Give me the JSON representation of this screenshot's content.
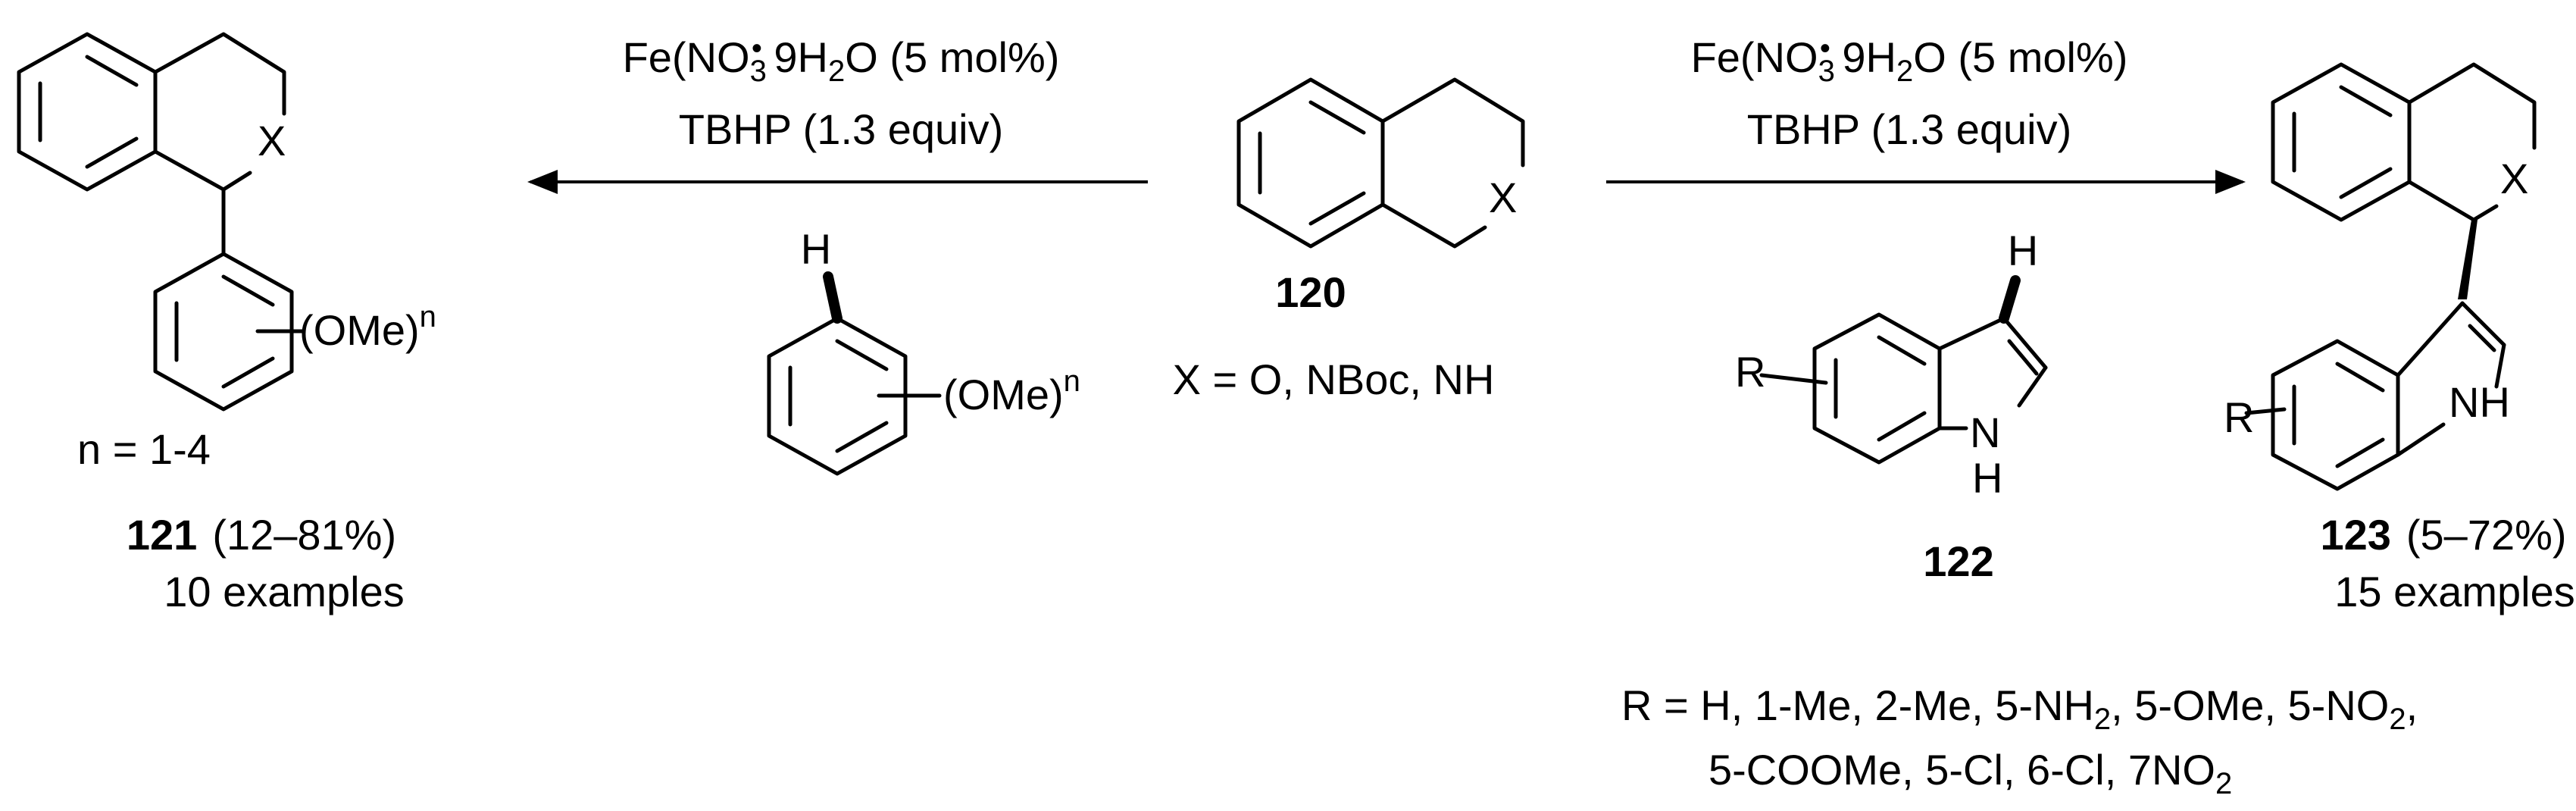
{
  "reagents_left": {
    "line1_pre": "Fe(NO",
    "line1_sub": "3",
    "line1_dot": "•",
    "line1_mid": " 9H",
    "line1_sub2": "2",
    "line1_post": "O (5 mol%)",
    "line2": "TBHP (1.3 equiv)"
  },
  "reagents_right": {
    "line1_pre": "Fe(NO",
    "line1_sub": "3",
    "line1_dot": "•",
    "line1_mid": " 9H",
    "line1_sub2": "2",
    "line1_post": "O (5 mol%)",
    "line2": "TBHP (1.3 equiv)"
  },
  "sm": {
    "number": "120",
    "x_label": "X",
    "x_def": "X = O, NBoc, NH"
  },
  "arene": {
    "h": "H",
    "ome": "(OMe)",
    "n": "n"
  },
  "product_left": {
    "x_label": "X",
    "ome": "(OMe)",
    "n": "n",
    "n_range": "n = 1-4",
    "number": "121",
    "yield": "(12–81%)",
    "examples": "10 examples"
  },
  "indole": {
    "h": "H",
    "r": "R",
    "nh_n": "N",
    "nh_h": "H",
    "number": "122"
  },
  "product_right": {
    "x_label": "X",
    "r": "R",
    "nh": "NH",
    "number": "123",
    "yield": "(5–72%)",
    "examples": "15 examples"
  },
  "r_list": {
    "line1_a": "R = H, 1-Me, 2-Me, 5-NH",
    "line1_sub1": "2",
    "line1_b": ", 5-OMe, 5-NO",
    "line1_sub2": "2",
    "line1_c": ",",
    "line2_a": "5-COOMe, 5-Cl, 6-Cl, 7NO",
    "line2_sub": "2"
  }
}
